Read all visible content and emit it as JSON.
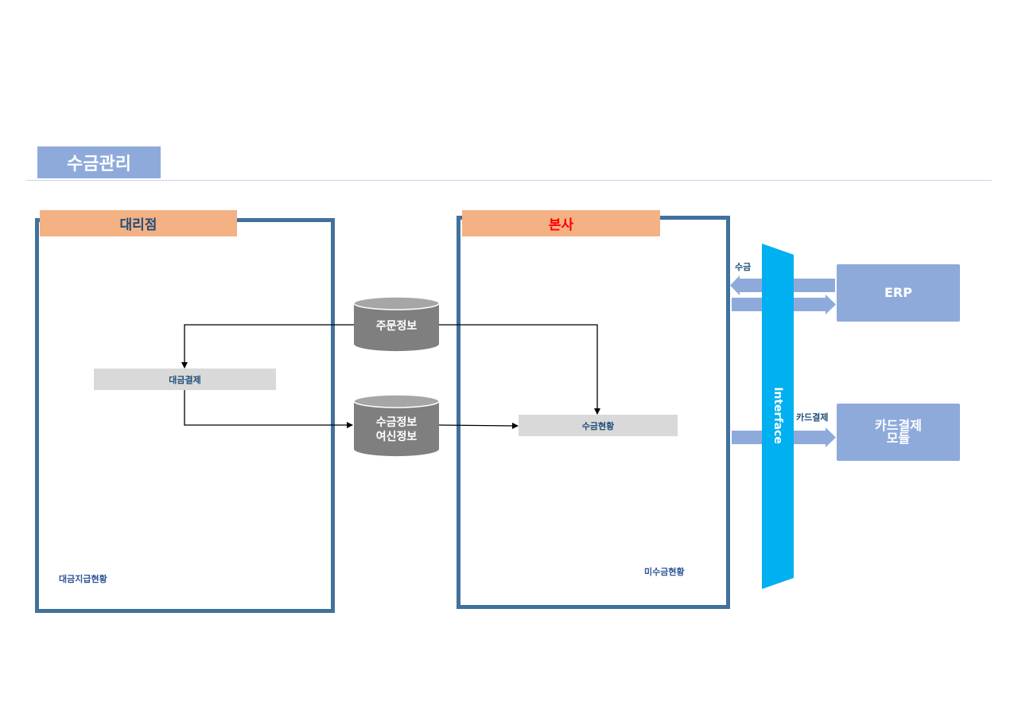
{
  "title": "수금관리",
  "agency": {
    "header": "대리점",
    "process": "대금결제",
    "note": "대금지급현황"
  },
  "hq": {
    "header": "본사",
    "process": "수금현황",
    "note": "미수금현황"
  },
  "stores": {
    "order": "주문정보",
    "collection_line1": "수금정보",
    "collection_line2": "여신정보"
  },
  "interface": {
    "label": "Interface"
  },
  "systems": {
    "erp": "ERP",
    "card_line1": "카드결제",
    "card_line2": "모듈"
  },
  "flows": {
    "collection": "수금",
    "card_payment": "카드결제"
  },
  "colors": {
    "title_bg": "#8eaadb",
    "panel_border": "#41719c",
    "panel_header": "#f4b183",
    "hq_header_text": "#ff0000",
    "agency_header_text": "#1f4e79",
    "interface": "#00b0f0",
    "database": "#7f7f7f",
    "process_box": "#d9d9d9"
  }
}
